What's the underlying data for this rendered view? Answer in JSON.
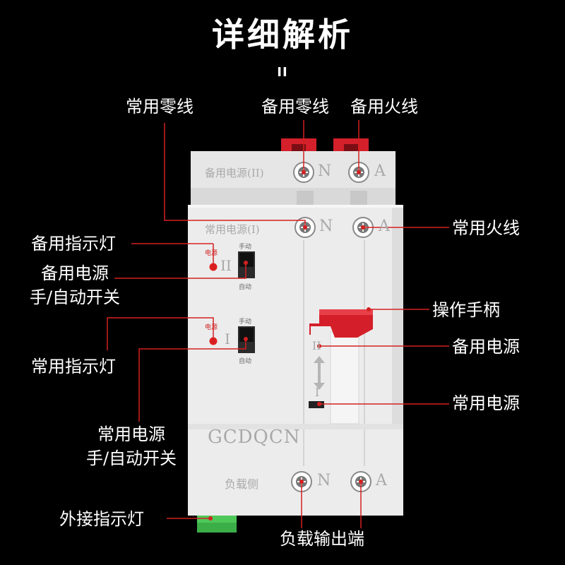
{
  "title": "详细解析",
  "title_mark": "II",
  "callouts": {
    "common_neutral": "常用零线",
    "backup_neutral": "备用零线",
    "backup_live": "备用火线",
    "common_live": "常用火线",
    "backup_indicator": "备用指示灯",
    "backup_switch_line1": "备用电源",
    "backup_switch_line2": "手/自动开关",
    "handle": "操作手柄",
    "backup_power": "备用电源",
    "common_indicator": "常用指示灯",
    "common_power": "常用电源",
    "common_switch_line1": "常用电源",
    "common_switch_line2": "手/自动开关",
    "external_indicator": "外接指示灯",
    "load_output": "负载输出端"
  },
  "device": {
    "brand": "GCDQCN",
    "backup_power_label": "备用电源(II)",
    "common_power_label": "常用电源(I)",
    "load_side_label": "负载侧",
    "terminal_n": "N",
    "terminal_a": "A",
    "indicator_label": "电源",
    "manual_label": "手动",
    "auto_label": "自动",
    "roman_2": "II",
    "roman_1": "I",
    "handle_pos_2": "II",
    "handle_pos_1": "I"
  },
  "colors": {
    "background": "#000000",
    "body": "#ededed",
    "body_shade": "#dcdcdc",
    "leader_line": "#d42020",
    "handle": "#d41f2a",
    "connector_green": "#4fc85a",
    "label_text": "#ffffff"
  }
}
